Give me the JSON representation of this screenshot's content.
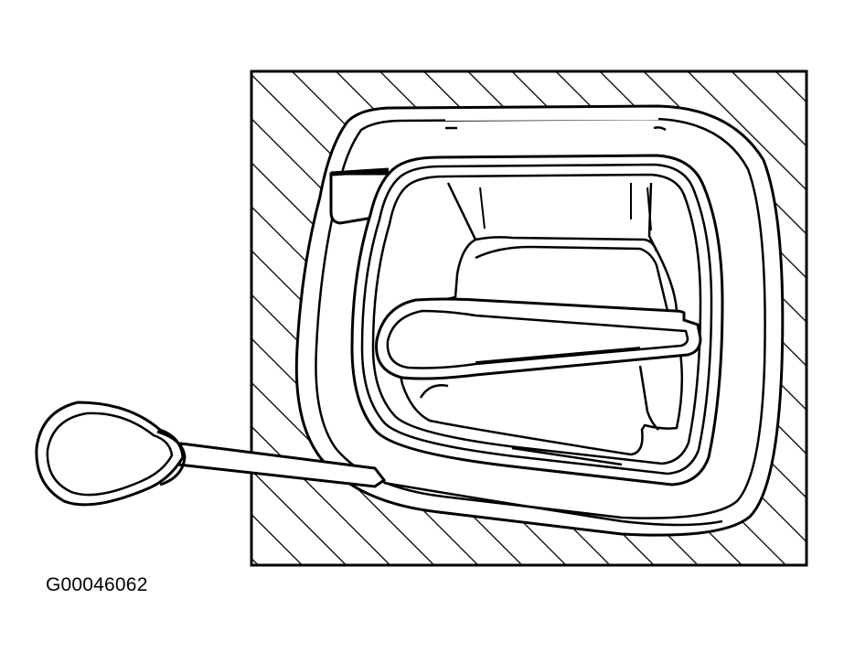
{
  "figure": {
    "code": "G00046062",
    "line_color": "#000000",
    "background": "#ffffff"
  },
  "parts": {
    "panel": "hatched-panel",
    "trim": "switch-bezel-trim",
    "handle": "door-handle-lever",
    "tool": "flat-blade-screwdriver"
  }
}
